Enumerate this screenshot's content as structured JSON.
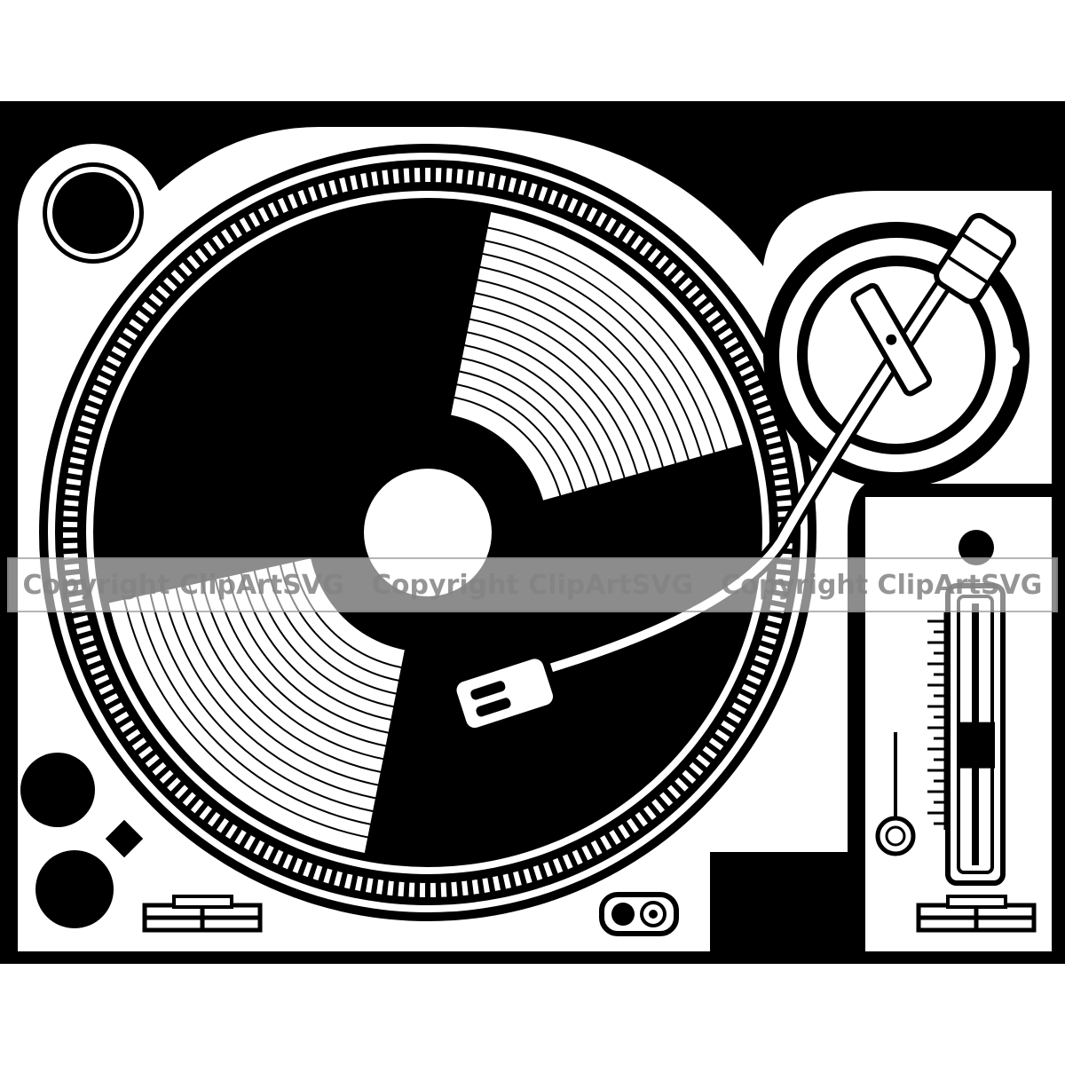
{
  "image": {
    "subject": "DJ turntable with vinyl record and tonearm",
    "colors": {
      "ink": "#000000",
      "paper": "#ffffff",
      "watermark": "#828282"
    }
  },
  "watermark": {
    "items": [
      "Copyright ClipArtSVG",
      "Copyright ClipArtSVG",
      "Copyright ClipArtSVG"
    ]
  },
  "controls": {
    "pitch_slider_position": 0.55
  }
}
